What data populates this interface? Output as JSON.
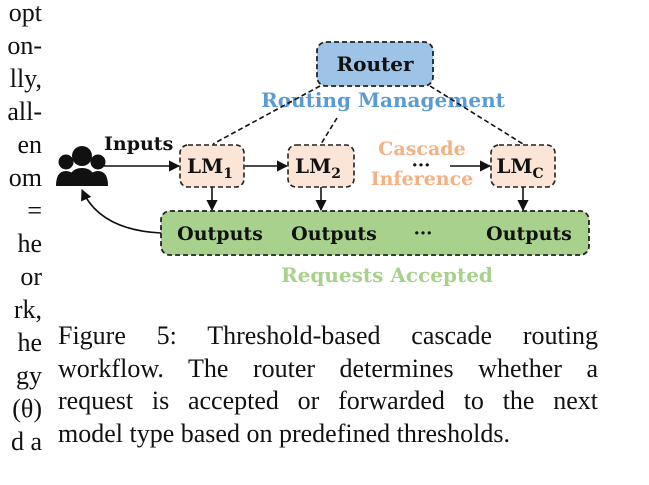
{
  "left_column_fragments": [
    "opt",
    "on-",
    "lly,",
    "all-",
    "en",
    "om",
    "=",
    "he",
    "or",
    "rk,",
    "he",
    "gy",
    "(θ)",
    "d a"
  ],
  "diagram": {
    "router_label": "Router",
    "routing_management_label": "Routing Management",
    "inputs_label": "Inputs",
    "lm_nodes": [
      {
        "base": "LM",
        "sub": "1"
      },
      {
        "base": "LM",
        "sub": "2"
      },
      {
        "base": "LM",
        "sub": "C"
      }
    ],
    "cascade_label_line1": "Cascade",
    "cascade_label_line2": "Inference",
    "ellipsis_top": "···",
    "outputs": [
      "Outputs",
      "Outputs",
      "···",
      "Outputs"
    ],
    "requests_accepted_label": "Requests Accepted",
    "colors": {
      "router_fill": "#9dc3e6",
      "routing_text": "#5b9bd5",
      "lm_fill": "#fbe5d6",
      "cascade_text": "#f4b183",
      "outputs_fill": "#a9d18e",
      "accepted_text": "#a9d18e"
    },
    "icons": [
      "users-group-icon"
    ]
  },
  "caption": {
    "lines": [
      "Figure 5: Threshold-based cascade routing",
      "workflow. The router determines whether a",
      "request is accepted or forwarded to the next",
      "model type based on predefined thresholds."
    ]
  }
}
